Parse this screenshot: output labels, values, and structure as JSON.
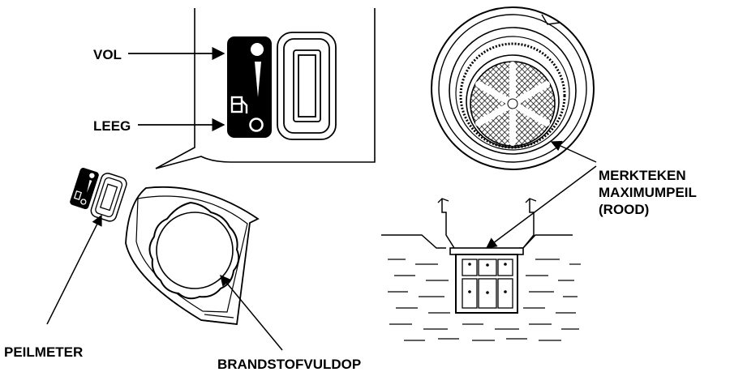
{
  "labels": {
    "full": "VOL",
    "empty": "LEEG",
    "gauge": "PEILMETER",
    "cap": "BRANDSTOFVULDOP",
    "mark": [
      "MERKTEKEN",
      "MAXIMUMPEIL",
      "(ROOD)"
    ]
  },
  "colors": {
    "ink": "#000000",
    "paper": "#ffffff",
    "fuel_hatch": "#333333"
  }
}
